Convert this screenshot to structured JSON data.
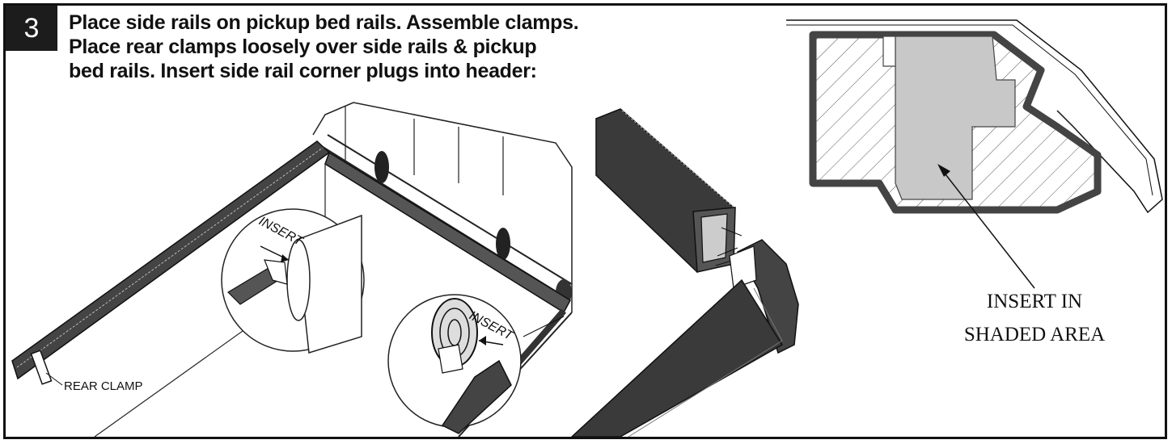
{
  "step": {
    "number": "3",
    "lines": [
      "Place side rails on pickup bed rails.  Assemble clamps.",
      "Place rear clamps loosely over side rails & pickup",
      "bed rails.  Insert side rail corner plugs into header:"
    ]
  },
  "callouts": {
    "insert_left": "INSERT",
    "insert_right": "INSERT",
    "rear_clamp": "REAR CLAMP",
    "shaded_line1": "INSERT IN",
    "shaded_line2": "SHADED AREA"
  },
  "colors": {
    "rail": "#3a3a3a",
    "shade": "#c8c8c8",
    "line": "#111111"
  }
}
